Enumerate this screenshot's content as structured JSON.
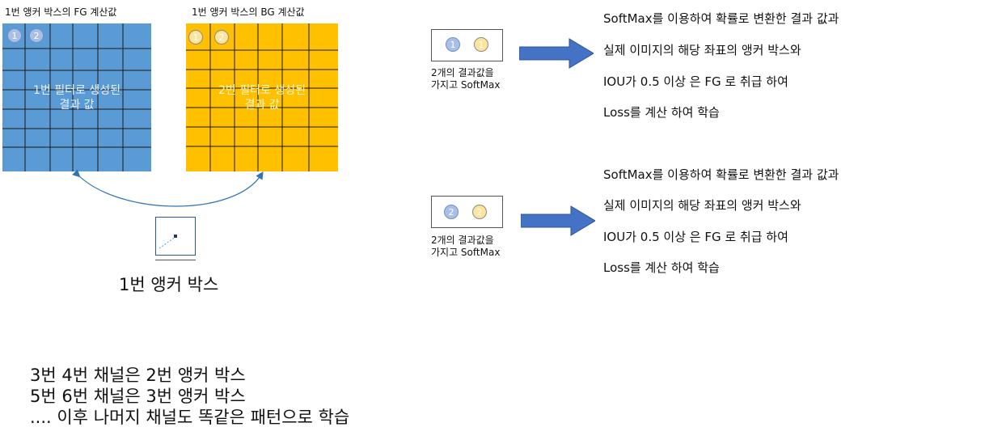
{
  "fg_grid": {
    "caption": "1번 앵커 박스의  FG 계산값",
    "text_line1": "1번 필터로 생성된",
    "text_line2": "결과 값",
    "color": "#5b9bd5",
    "badges": [
      "1",
      "2"
    ]
  },
  "bg_grid": {
    "caption": "1번 앵커 박스의 BG 계산값",
    "text_line1": "2번 필터로 생성된",
    "text_line2": "결과 값",
    "color": "#ffc000",
    "badges": [
      "1",
      "2"
    ]
  },
  "anchor": {
    "label": "1번 앵커 박스"
  },
  "rows": [
    {
      "badges": [
        "1",
        "1"
      ],
      "caption_line1": "2개의 결과값을",
      "caption_line2": "가지고 SoftMax",
      "desc": [
        "SoftMax를 이용하여 확률로 변환한 결과 값과",
        "실제 이미지의 해당 좌표의 앵커 박스와",
        "IOU가 0.5 이상 은 FG 로 취급 하여",
        "Loss를 계산 하여 학습"
      ]
    },
    {
      "badges": [
        "2",
        "2"
      ],
      "caption_line1": "2개의 결과값을",
      "caption_line2": "가지고 SoftMax",
      "desc": [
        "SoftMax를 이용하여 확률로 변환한 결과 값과",
        "실제 이미지의 해당 좌표의 앵커 박스와",
        "IOU가 0.5 이상 은 FG 로 취급 하여",
        "Loss를 계산 하여 학습"
      ]
    }
  ],
  "footer": [
    "3번 4번 채널은 2번 앵커 박스",
    "5번 6번 채널은 3번 앵커 박스",
    ".... 이후 나머지 채널도 똑같은 패턴으로 학습"
  ],
  "colors": {
    "arrow": "#4472c4",
    "curve": "#2e75b6",
    "grid_line": "#1a1a1a"
  }
}
